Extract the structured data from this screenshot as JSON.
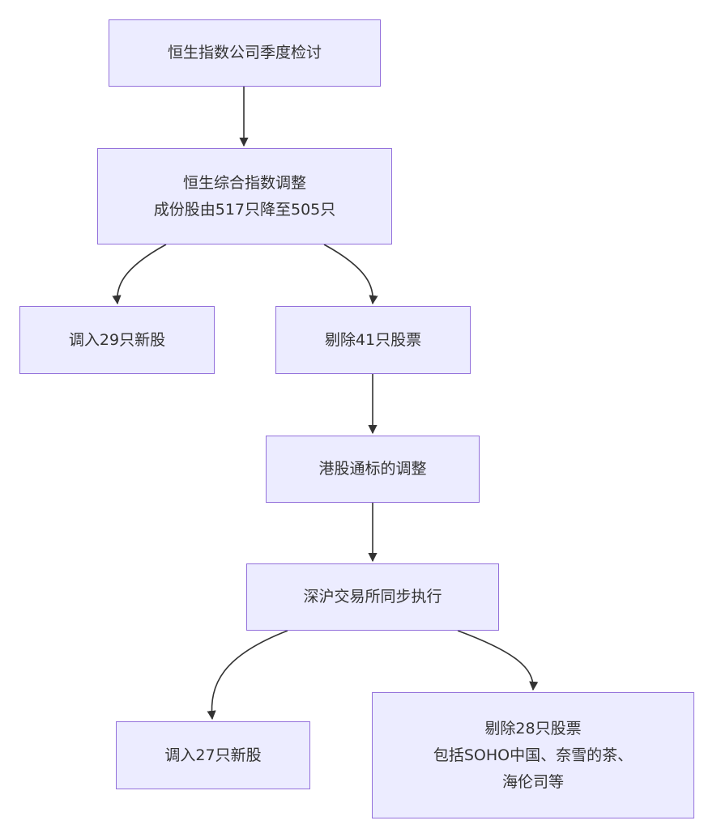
{
  "diagram": {
    "type": "flowchart",
    "direction": "top-down",
    "colors": {
      "node_fill": "#ECECFF",
      "node_border": "#9370DB",
      "edge": "#333333",
      "text": "#333333"
    },
    "nodes": {
      "n1": {
        "lines": [
          "恒生指数公司季度检讨"
        ]
      },
      "n2": {
        "lines": [
          "恒生综合指数调整",
          "成份股由517只降至505只"
        ]
      },
      "n3": {
        "lines": [
          "调入29只新股"
        ]
      },
      "n4": {
        "lines": [
          "剔除41只股票"
        ]
      },
      "n5": {
        "lines": [
          "港股通标的调整"
        ]
      },
      "n6": {
        "lines": [
          "深沪交易所同步执行"
        ]
      },
      "n7": {
        "lines": [
          "调入27只新股"
        ]
      },
      "n8": {
        "lines": [
          "剔除28只股票",
          "包括SOHO中国、奈雪的茶、",
          "海伦司等"
        ]
      }
    },
    "edges": [
      {
        "from": "n1",
        "to": "n2"
      },
      {
        "from": "n2",
        "to": "n3"
      },
      {
        "from": "n2",
        "to": "n4"
      },
      {
        "from": "n4",
        "to": "n5"
      },
      {
        "from": "n5",
        "to": "n6"
      },
      {
        "from": "n6",
        "to": "n7"
      },
      {
        "from": "n6",
        "to": "n8"
      }
    ]
  }
}
